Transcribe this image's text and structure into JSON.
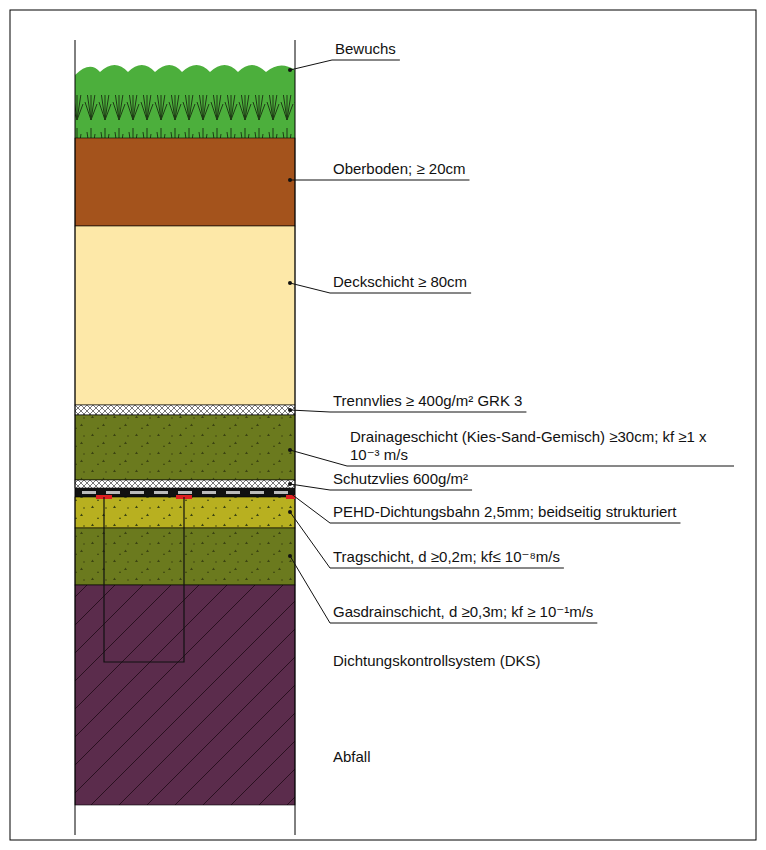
{
  "diagram": {
    "labels": [
      "Bewuchs",
      "Oberboden; ≥ 20cm",
      "Deckschicht ≥ 80cm",
      "Trennvlies ≥ 400g/m² GRK 3",
      "Drainageschicht (Kies-Sand-Gemisch) ≥30cm; kf ≥1 x 10⁻³ m/s",
      "Schutzvlies 600g/m²",
      "PEHD-Dichtungsbahn 2,5mm; beidseitig strukturiert",
      "Tragschicht, d ≥0,2m; kf≤ 10⁻⁸m/s",
      "Gasdrainschicht, d ≥0,3m; kf ≥ 10⁻¹m/s",
      "Dichtungskontrollsystem (DKS)",
      "Abfall"
    ]
  }
}
